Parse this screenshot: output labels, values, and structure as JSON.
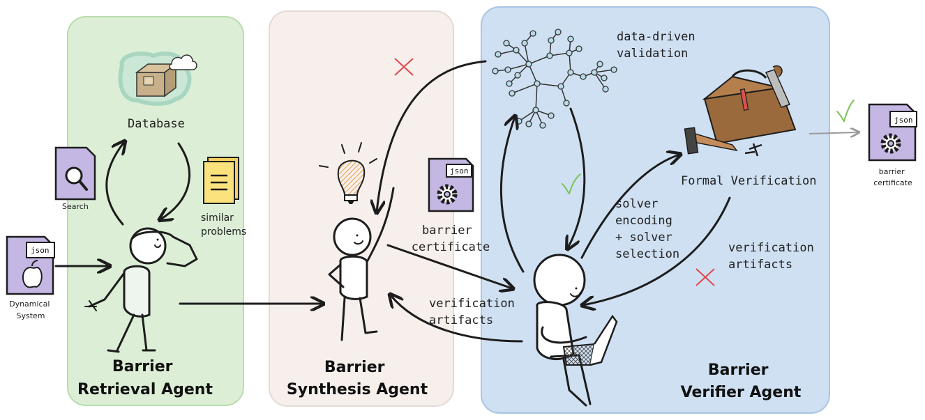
{
  "agents": {
    "retrieval": {
      "line1": "Barrier",
      "line2": "Retrieval Agent",
      "color": "#dcefd6"
    },
    "synthesis": {
      "line1": "Barrier",
      "line2": "Synthesis Agent",
      "color": "#f6efec"
    },
    "verifier": {
      "line1": "Barrier",
      "line2": "Verifier Agent",
      "color": "#cfe0f2"
    }
  },
  "labels": {
    "database": "Database",
    "search": "Search",
    "similar_1": "similar",
    "similar_2": "problems",
    "dynamical_1": "Dynamical",
    "dynamical_2": "System",
    "barrier_cert_1": "barrier",
    "barrier_cert_2": "certificate",
    "data_driven_1": "data-driven",
    "data_driven_2": "validation",
    "formal_verification": "Formal Verification",
    "solver_1": "solver",
    "solver_2": "encoding",
    "solver_3": "+ solver",
    "solver_4": "selection",
    "ver_artifacts_right_1": "verification",
    "ver_artifacts_right_2": "artifacts",
    "ver_artifacts_mid_1": "verification",
    "ver_artifacts_mid_2": "artifacts",
    "output_cert_1": "barrier",
    "output_cert_2": "certificate"
  },
  "badges": {
    "json": "json"
  },
  "icons": {
    "success": "check-mark",
    "failure": "x-mark"
  },
  "colors": {
    "check": "#7fc25a",
    "cross": "#e0474c",
    "file_purple": "#c5b7e3",
    "note_yellow": "#fbe27c"
  }
}
